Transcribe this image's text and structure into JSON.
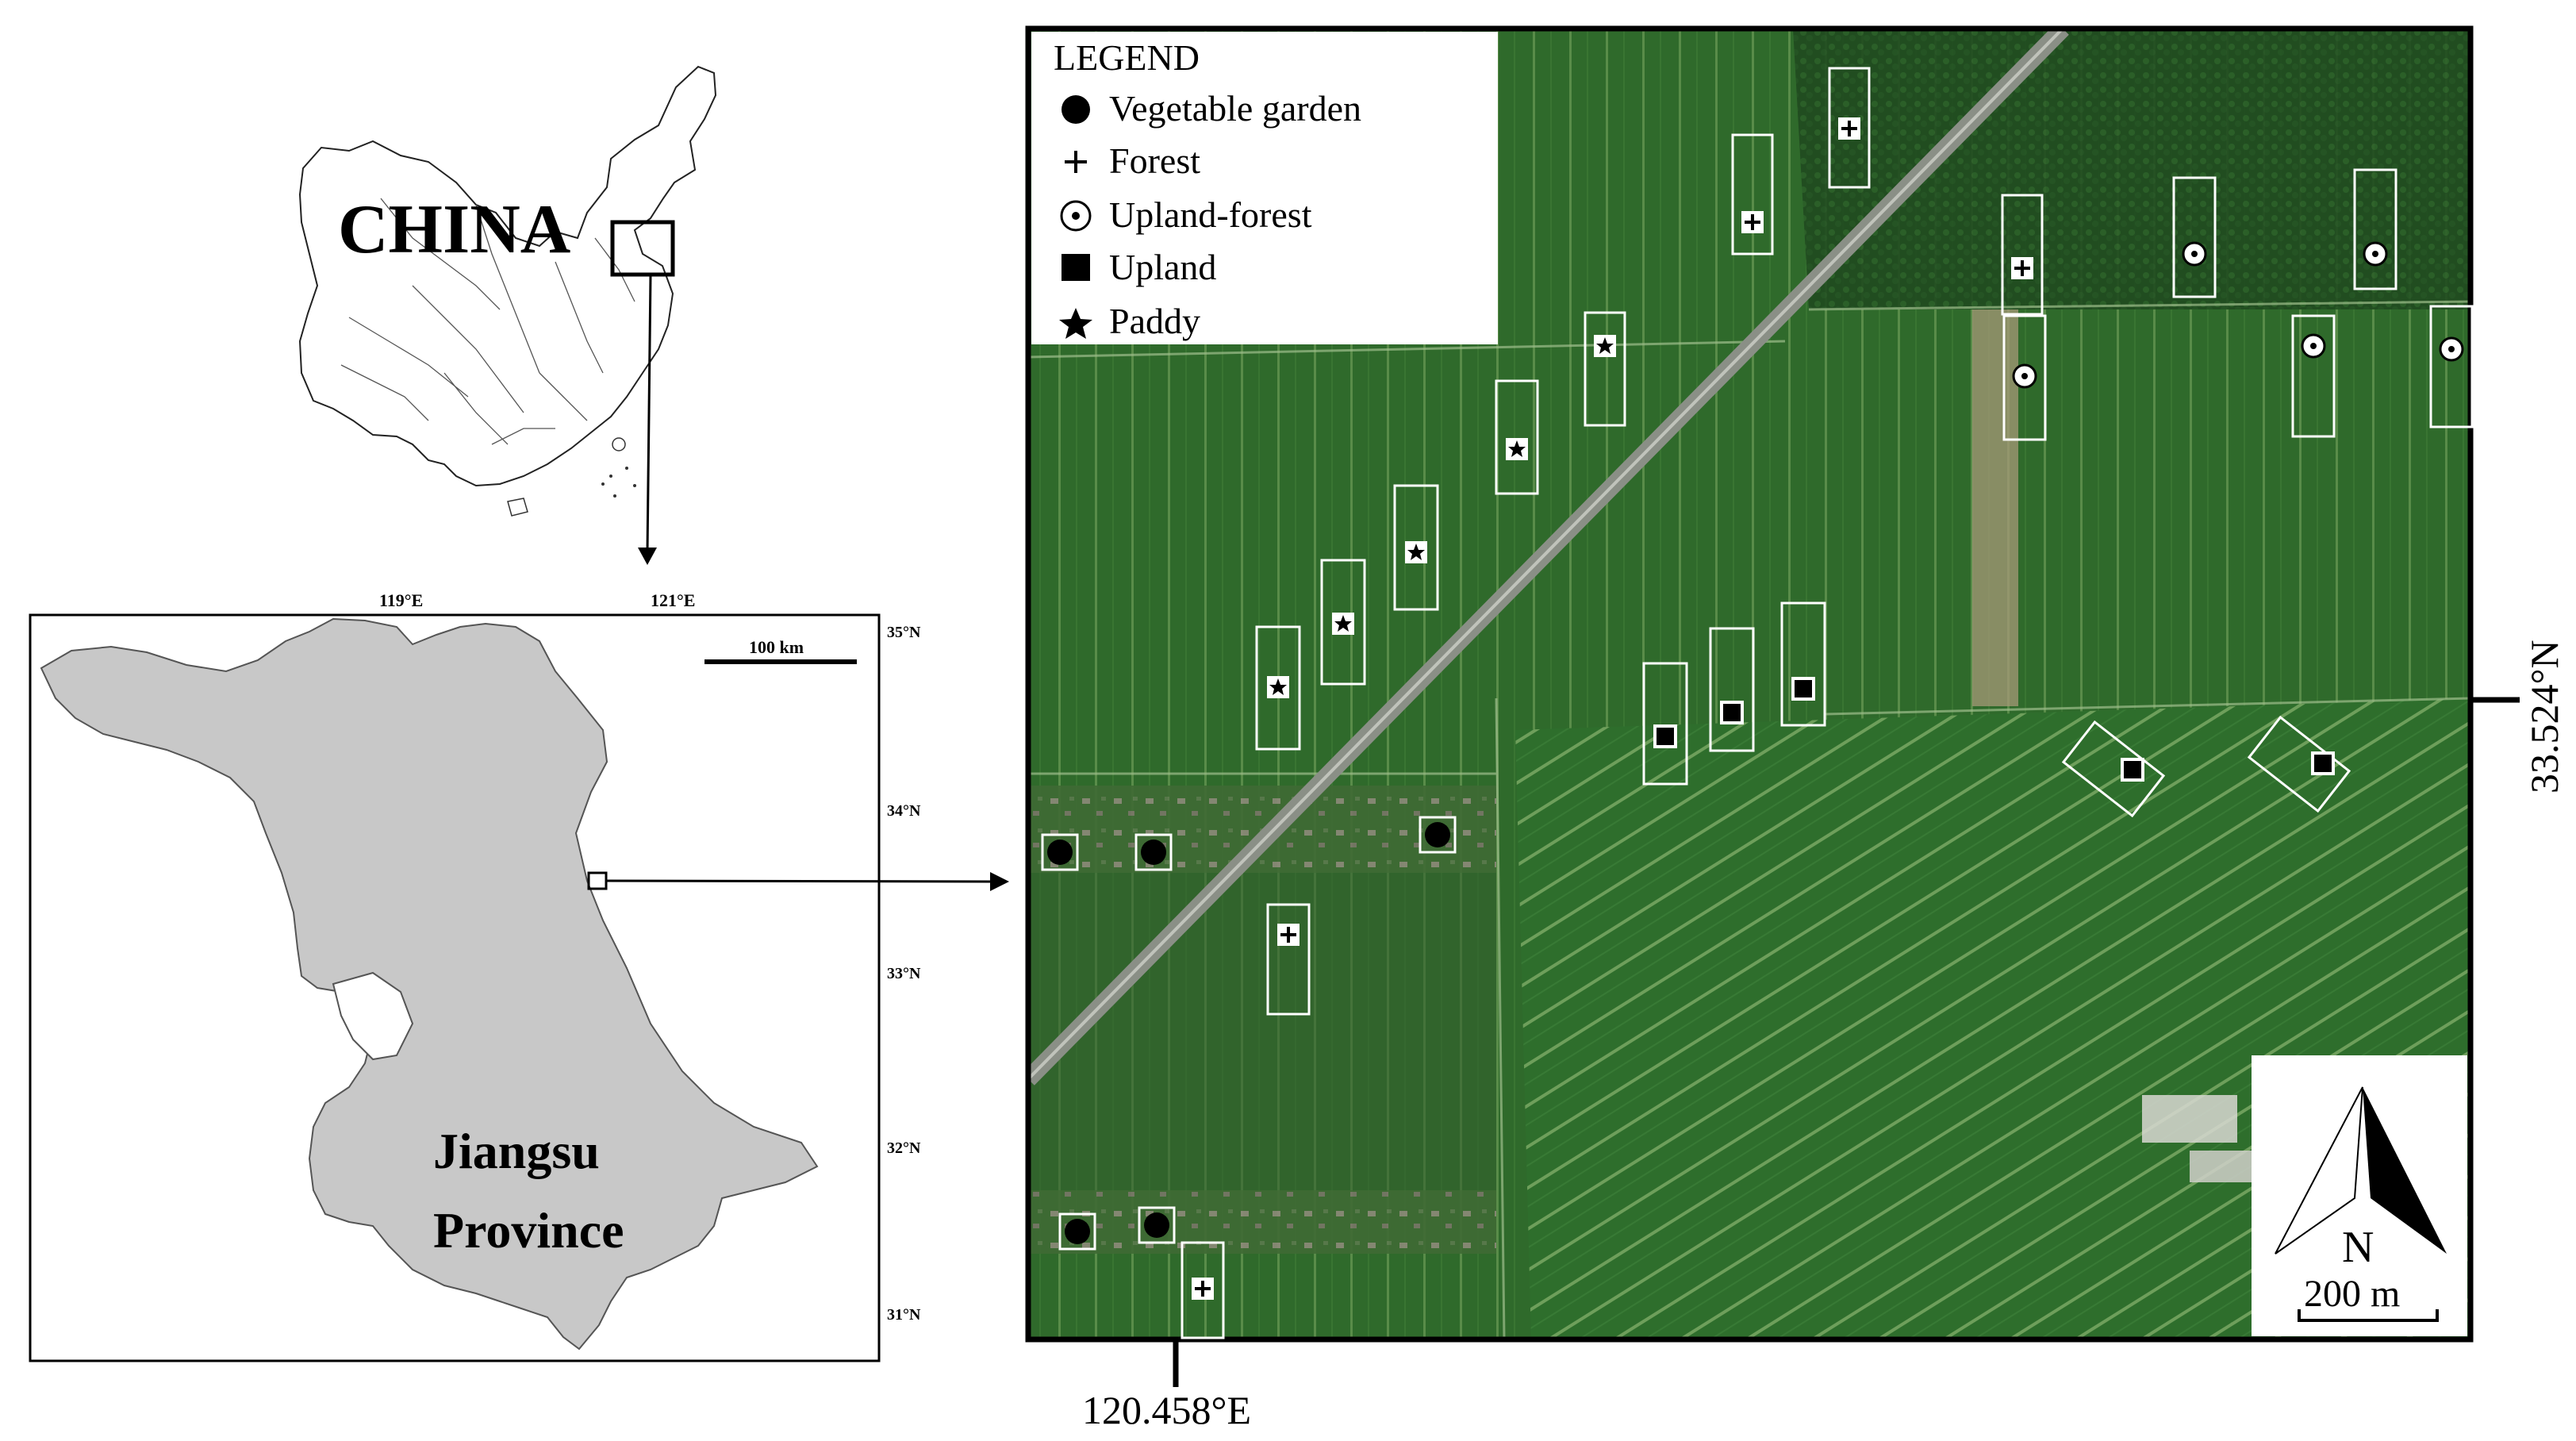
{
  "china_inset": {
    "label": "CHINA"
  },
  "province_map": {
    "province_name": [
      "Jiangsu",
      "Province"
    ],
    "scale_label": "100 km",
    "lon_ticks": [
      "119°E",
      "121°E"
    ],
    "lat_ticks": [
      "35°N",
      "34°N",
      "33°N",
      "32°N",
      "31°N"
    ]
  },
  "site_map": {
    "lon_label": "120.458°E",
    "lat_label": "33.524°N",
    "scale_label": "200 m",
    "north_label": "N",
    "legend": {
      "title": "LEGEND",
      "items": [
        {
          "symbol": "circle",
          "label": "Vegetable garden"
        },
        {
          "symbol": "plus",
          "label": "Forest"
        },
        {
          "symbol": "dot-circle",
          "label": "Upland-forest"
        },
        {
          "symbol": "square",
          "label": "Upland"
        },
        {
          "symbol": "star",
          "label": "Paddy"
        }
      ]
    }
  },
  "colors": {
    "province_fill": "#c8c8c8",
    "field_green": "#2f6b2a",
    "road": "#8a8f86"
  }
}
